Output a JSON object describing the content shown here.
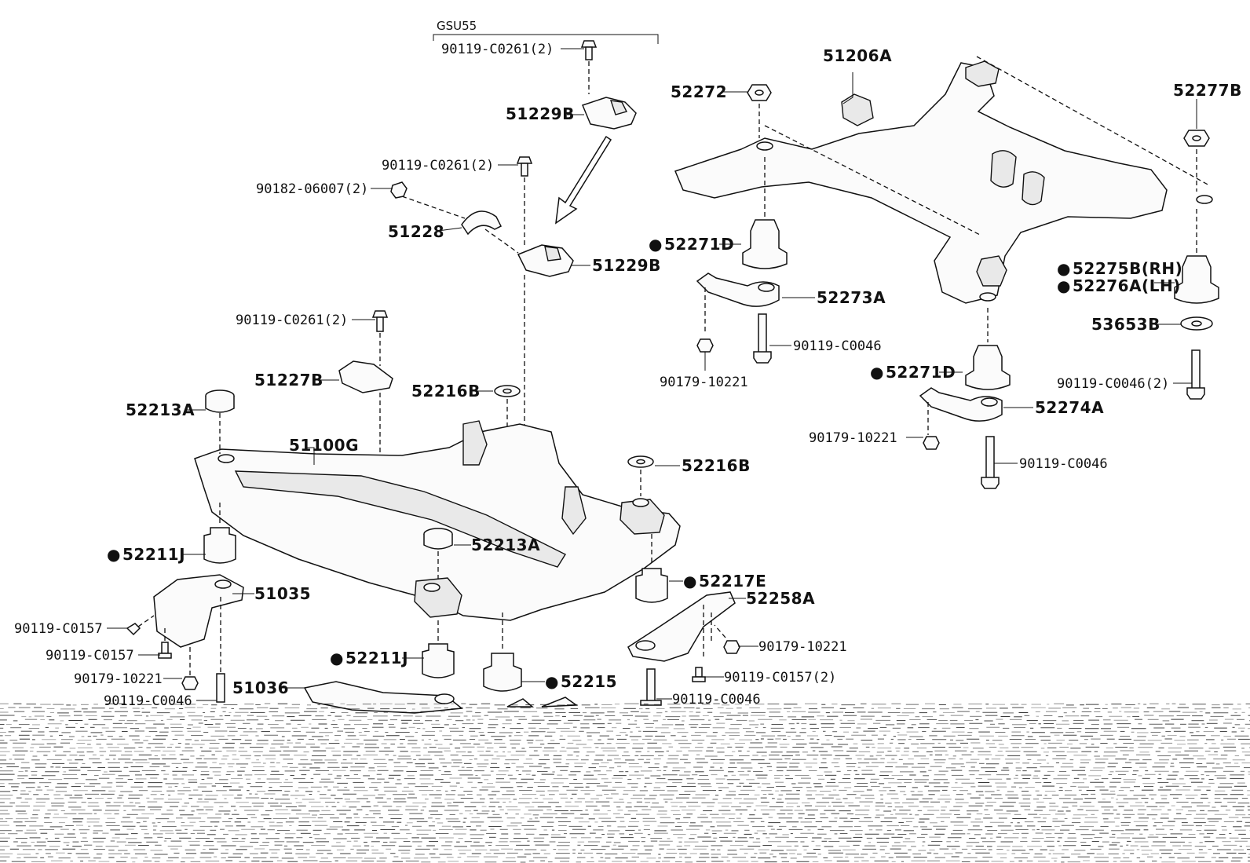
{
  "header": {
    "group_label": "GSU55"
  },
  "callouts": {
    "c_90119_C0261_top": "90119-C0261(2)",
    "c_51229B_top": "51229B",
    "c_90119_C0261_mid": "90119-C0261(2)",
    "c_90182_06007": "90182-06007(2)",
    "c_51228": "51228",
    "c_51229B_mid": "51229B",
    "c_90119_C0261_low": "90119-C0261(2)",
    "c_51227B": "51227B",
    "c_52216B_a": "52216B",
    "c_52213A_left": "52213A",
    "c_51100G": "51100G",
    "c_52216B_b": "52216B",
    "c_52213A_mid": "52213A",
    "c_52211J_left": "52211J",
    "c_51035": "51035",
    "c_90119_C0157_a": "90119-C0157",
    "c_90119_C0157_b": "90119-C0157",
    "c_90179_10221_left": "90179-10221",
    "c_90119_C0046_left": "90119-C0046",
    "c_51036": "51036",
    "c_52211J_mid": "52211J",
    "c_52215": "52215",
    "c_52217E": "52217E",
    "c_52258A": "52258A",
    "c_90179_10221_mid": "90179-10221",
    "c_90119_C0157_2": "90119-C0157(2)",
    "c_90119_C0046_mid": "90119-C0046",
    "c_52272": "52272",
    "c_51206A": "51206A",
    "c_52277B": "52277B",
    "c_52271D_a": "52271D",
    "c_52273A": "52273A",
    "c_90119_C0046_r1": "90119-C0046",
    "c_90179_10221_r1": "90179-10221",
    "c_52275B": "52275B(RH)",
    "c_52276A": "52276A(LH)",
    "c_53653B": "53653B",
    "c_52271D_b": "52271D",
    "c_90119_C0046_2": "90119-C0046(2)",
    "c_52274A": "52274A",
    "c_90179_10221_r2": "90179-10221",
    "c_90119_C0046_r2": "90119-C0046"
  },
  "colors": {
    "ink": "#111111",
    "paper": "#ffffff"
  },
  "markers": {
    "bullet": "●"
  }
}
